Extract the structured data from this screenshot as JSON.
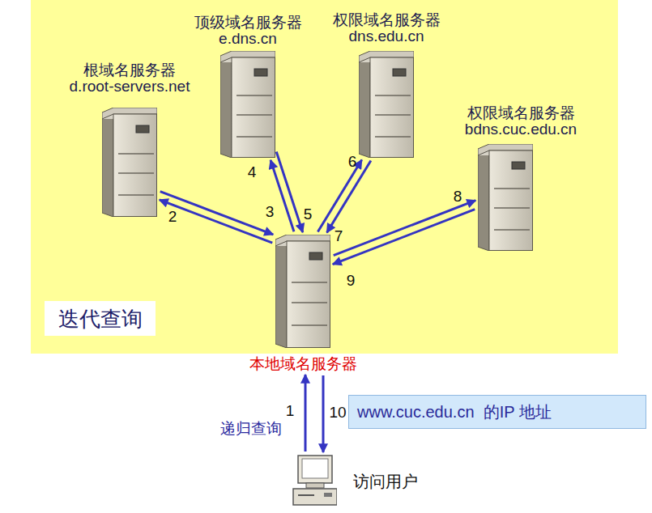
{
  "diagram": {
    "nodes": [
      {
        "text": [
          "根域名服务器",
          "d.root-servers.net"
        ]
      },
      {
        "text": [
          "顶级域名服务器",
          "e.dns.cn"
        ]
      },
      {
        "text": [
          "权限域名服务器",
          "dns.edu.cn"
        ]
      },
      {
        "text": [
          "权限域名服务器",
          "bdns.cuc.edu.cn"
        ]
      },
      {
        "text": [
          "本地域名服务器"
        ]
      },
      {
        "text": [
          "迭代查询"
        ]
      },
      {
        "text": [
          "访问用户"
        ]
      },
      {
        "text": [
          "www.cuc.edu.cn  的IP 地址"
        ]
      }
    ],
    "edges": [
      {
        "from": 6,
        "to": 4,
        "arrow": "to",
        "label": "1"
      },
      {
        "from": 4,
        "to": 0,
        "arrow": "to",
        "label": "2"
      },
      {
        "from": 0,
        "to": 4,
        "arrow": "to",
        "label": "3"
      },
      {
        "from": 4,
        "to": 1,
        "arrow": "to",
        "label": "4"
      },
      {
        "from": 1,
        "to": 4,
        "arrow": "to",
        "label": "5"
      },
      {
        "from": 4,
        "to": 2,
        "arrow": "to",
        "label": "6"
      },
      {
        "from": 2,
        "to": 4,
        "arrow": "to",
        "label": "7"
      },
      {
        "from": 4,
        "to": 3,
        "arrow": "to",
        "label": "8"
      },
      {
        "from": 3,
        "to": 4,
        "arrow": "to",
        "label": "9"
      },
      {
        "from": 4,
        "to": 6,
        "arrow": "to",
        "label": "10"
      }
    ],
    "labels": [
      "递归查询"
    ]
  }
}
